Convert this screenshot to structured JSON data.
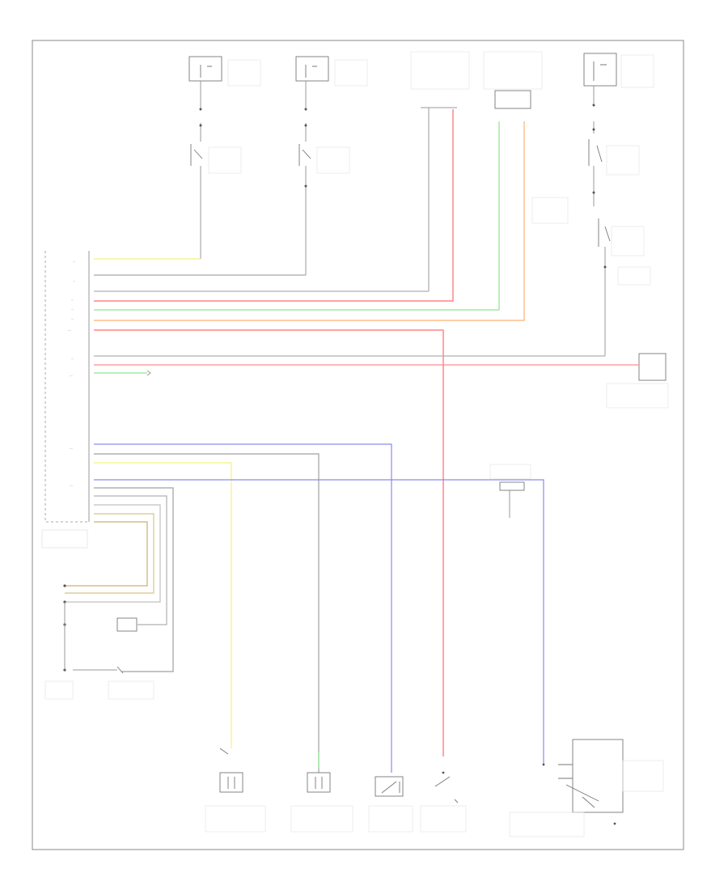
{
  "diagram": {
    "corner_label": "",
    "components": [
      {
        "id": "main-module",
        "label": ""
      },
      {
        "id": "fuse-left",
        "label": ""
      },
      {
        "id": "fuse-mid",
        "label": ""
      },
      {
        "id": "solenoid-left",
        "label": ""
      },
      {
        "id": "solenoid-mid",
        "label": ""
      },
      {
        "id": "pressure-sensor-1",
        "label": ""
      },
      {
        "id": "pressure-sensor-2",
        "label": ""
      },
      {
        "id": "junction-fuse-right",
        "label": ""
      },
      {
        "id": "brake-switch",
        "label": ""
      },
      {
        "id": "relay-right",
        "label": ""
      },
      {
        "id": "stop-lamp-switch",
        "label": ""
      },
      {
        "id": "ignition-switch",
        "label": ""
      },
      {
        "id": "connector-bottom-left",
        "label": ""
      },
      {
        "id": "shift-lock-solenoid",
        "label": ""
      },
      {
        "id": "shift-solenoid-a",
        "label": ""
      },
      {
        "id": "shift-solenoid-b",
        "label": ""
      },
      {
        "id": "pressure-switch",
        "label": ""
      },
      {
        "id": "lockup-switch",
        "label": ""
      },
      {
        "id": "neutral-position-switch",
        "label": ""
      }
    ],
    "wire_colors": {
      "yellow": "#f2f27a",
      "gray": "#9a9a9a",
      "red": "#ff6b6b",
      "green": "#8ee68e",
      "orange": "#ffb070",
      "blue": "#8a8af0",
      "tan": "#d8c48a"
    }
  }
}
